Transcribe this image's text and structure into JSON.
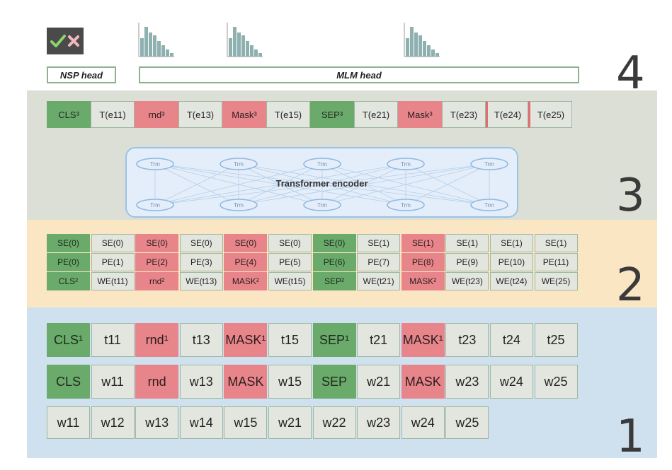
{
  "layer_numbers": [
    "4",
    "3",
    "2",
    "1"
  ],
  "heads": {
    "nsp": "NSP head",
    "mlm": "MLM head"
  },
  "encoder": {
    "label": "Transformer encoder",
    "node_label": "Trm"
  },
  "layer3_row": [
    {
      "text": "CLS³",
      "kind": "g"
    },
    {
      "text": "T(e11)",
      "kind": "n"
    },
    {
      "text": "rnd³",
      "kind": "r"
    },
    {
      "text": "T(e13)",
      "kind": "n"
    },
    {
      "text": "Mask³",
      "kind": "r"
    },
    {
      "text": "T(e15)",
      "kind": "n"
    },
    {
      "text": "SEP³",
      "kind": "g"
    },
    {
      "text": "T(e21)",
      "kind": "n"
    },
    {
      "text": "Mask³",
      "kind": "r"
    },
    {
      "text": "T(e23)",
      "kind": "n"
    },
    {
      "text": "T(e24)",
      "kind": "edge"
    },
    {
      "text": "T(e25)",
      "kind": "edge"
    }
  ],
  "layer2_rows": [
    [
      {
        "text": "SE(0)",
        "kind": "g"
      },
      {
        "text": "SE(0)",
        "kind": "n"
      },
      {
        "text": "SE(0)",
        "kind": "r"
      },
      {
        "text": "SE(0)",
        "kind": "n"
      },
      {
        "text": "SE(0)",
        "kind": "r"
      },
      {
        "text": "SE(0)",
        "kind": "n"
      },
      {
        "text": "SE(0)",
        "kind": "g"
      },
      {
        "text": "SE(1)",
        "kind": "n"
      },
      {
        "text": "SE(1)",
        "kind": "r"
      },
      {
        "text": "SE(1)",
        "kind": "n"
      },
      {
        "text": "SE(1)",
        "kind": "n"
      },
      {
        "text": "SE(1)",
        "kind": "n"
      }
    ],
    [
      {
        "text": "PE(0)",
        "kind": "g"
      },
      {
        "text": "PE(1)",
        "kind": "n"
      },
      {
        "text": "PE(2)",
        "kind": "r"
      },
      {
        "text": "PE(3)",
        "kind": "n"
      },
      {
        "text": "PE(4)",
        "kind": "r"
      },
      {
        "text": "PE(5)",
        "kind": "n"
      },
      {
        "text": "PE(6)",
        "kind": "g"
      },
      {
        "text": "PE(7)",
        "kind": "n"
      },
      {
        "text": "PE(8)",
        "kind": "r"
      },
      {
        "text": "PE(9)",
        "kind": "n"
      },
      {
        "text": "PE(10)",
        "kind": "n"
      },
      {
        "text": "PE(11)",
        "kind": "n"
      }
    ],
    [
      {
        "text": "CLS²",
        "kind": "g"
      },
      {
        "text": "WE(t11)",
        "kind": "n"
      },
      {
        "text": "rnd²",
        "kind": "r"
      },
      {
        "text": "WE(t13)",
        "kind": "n"
      },
      {
        "text": "MASK²",
        "kind": "r"
      },
      {
        "text": "WE(t15)",
        "kind": "n"
      },
      {
        "text": "SEP²",
        "kind": "g"
      },
      {
        "text": "WE(t21)",
        "kind": "n"
      },
      {
        "text": "MASK²",
        "kind": "r"
      },
      {
        "text": "WE(t23)",
        "kind": "n"
      },
      {
        "text": "WE(t24)",
        "kind": "n"
      },
      {
        "text": "WE(25)",
        "kind": "n"
      }
    ]
  ],
  "layer1_rows": [
    [
      {
        "text": "CLS¹",
        "kind": "g"
      },
      {
        "text": "t11",
        "kind": "n"
      },
      {
        "text": "rnd¹",
        "kind": "r"
      },
      {
        "text": "t13",
        "kind": "n"
      },
      {
        "text": "MASK¹",
        "kind": "r"
      },
      {
        "text": "t15",
        "kind": "n"
      },
      {
        "text": "SEP¹",
        "kind": "g"
      },
      {
        "text": "t21",
        "kind": "n"
      },
      {
        "text": "MASK¹",
        "kind": "r"
      },
      {
        "text": "t23",
        "kind": "n"
      },
      {
        "text": "t24",
        "kind": "n"
      },
      {
        "text": "t25",
        "kind": "n"
      }
    ],
    [
      {
        "text": "CLS",
        "kind": "g"
      },
      {
        "text": "w11",
        "kind": "n"
      },
      {
        "text": "rnd",
        "kind": "r"
      },
      {
        "text": "w13",
        "kind": "n"
      },
      {
        "text": "MASK",
        "kind": "r"
      },
      {
        "text": "w15",
        "kind": "n"
      },
      {
        "text": "SEP",
        "kind": "g"
      },
      {
        "text": "w21",
        "kind": "n"
      },
      {
        "text": "MASK",
        "kind": "r"
      },
      {
        "text": "w23",
        "kind": "n"
      },
      {
        "text": "w24",
        "kind": "n"
      },
      {
        "text": "w25",
        "kind": "n"
      }
    ],
    [
      {
        "text": "w11",
        "kind": "n"
      },
      {
        "text": "w12",
        "kind": "n"
      },
      {
        "text": "w13",
        "kind": "n"
      },
      {
        "text": "w14",
        "kind": "n"
      },
      {
        "text": "w15",
        "kind": "n"
      },
      {
        "text": "w21",
        "kind": "n"
      },
      {
        "text": "w22",
        "kind": "n"
      },
      {
        "text": "w23",
        "kind": "n"
      },
      {
        "text": "w24",
        "kind": "n"
      },
      {
        "text": "w25",
        "kind": "n"
      }
    ]
  ],
  "icons": [
    "check-icon",
    "cross-icon",
    "histogram-icon"
  ],
  "colors": {
    "cls_sep": "#6aaa6a",
    "masked": "#e8858a",
    "token": "#e3e6df",
    "layer1": "#cfe0ee",
    "layer2": "#fbe6c4",
    "layer3": "#dcdfd6"
  }
}
